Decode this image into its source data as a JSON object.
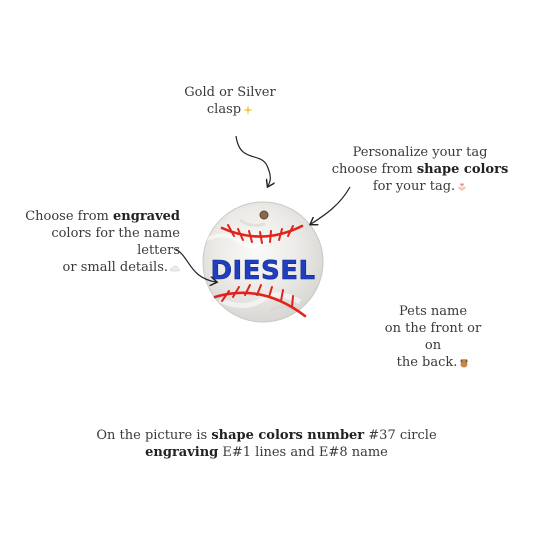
{
  "notes": {
    "clasp": {
      "line1": "Gold or Silver",
      "line2": "clasp"
    },
    "shape": {
      "line1": "Personalize your tag",
      "line2_pre": "choose from ",
      "line2_bold": "shape colors",
      "line3": "for your tag."
    },
    "engrave": {
      "line1_pre": "Choose from ",
      "line1_bold": "engraved",
      "line2": "colors for the name letters",
      "line3": "or small details."
    },
    "pets": {
      "line1": "Pets name",
      "line2": "on the front or on",
      "line3": "the back."
    },
    "caption": {
      "line1_pre": "On the picture is ",
      "line1_bold": "shape colors number",
      "line1_post": " #37 circle",
      "line2_bold": "engraving",
      "line2_post": " E#1 lines and E#8 name"
    }
  },
  "tag": {
    "name": "DIESEL",
    "shape_color": "#eeeeec",
    "stitch_color": "#e0231c",
    "name_color": "#1f3fbf"
  },
  "icons": {
    "clasp": "sparkles-icon",
    "shape": "hands-heart-icon",
    "engrave": "cloud-icon",
    "pets": "dog-icon"
  }
}
